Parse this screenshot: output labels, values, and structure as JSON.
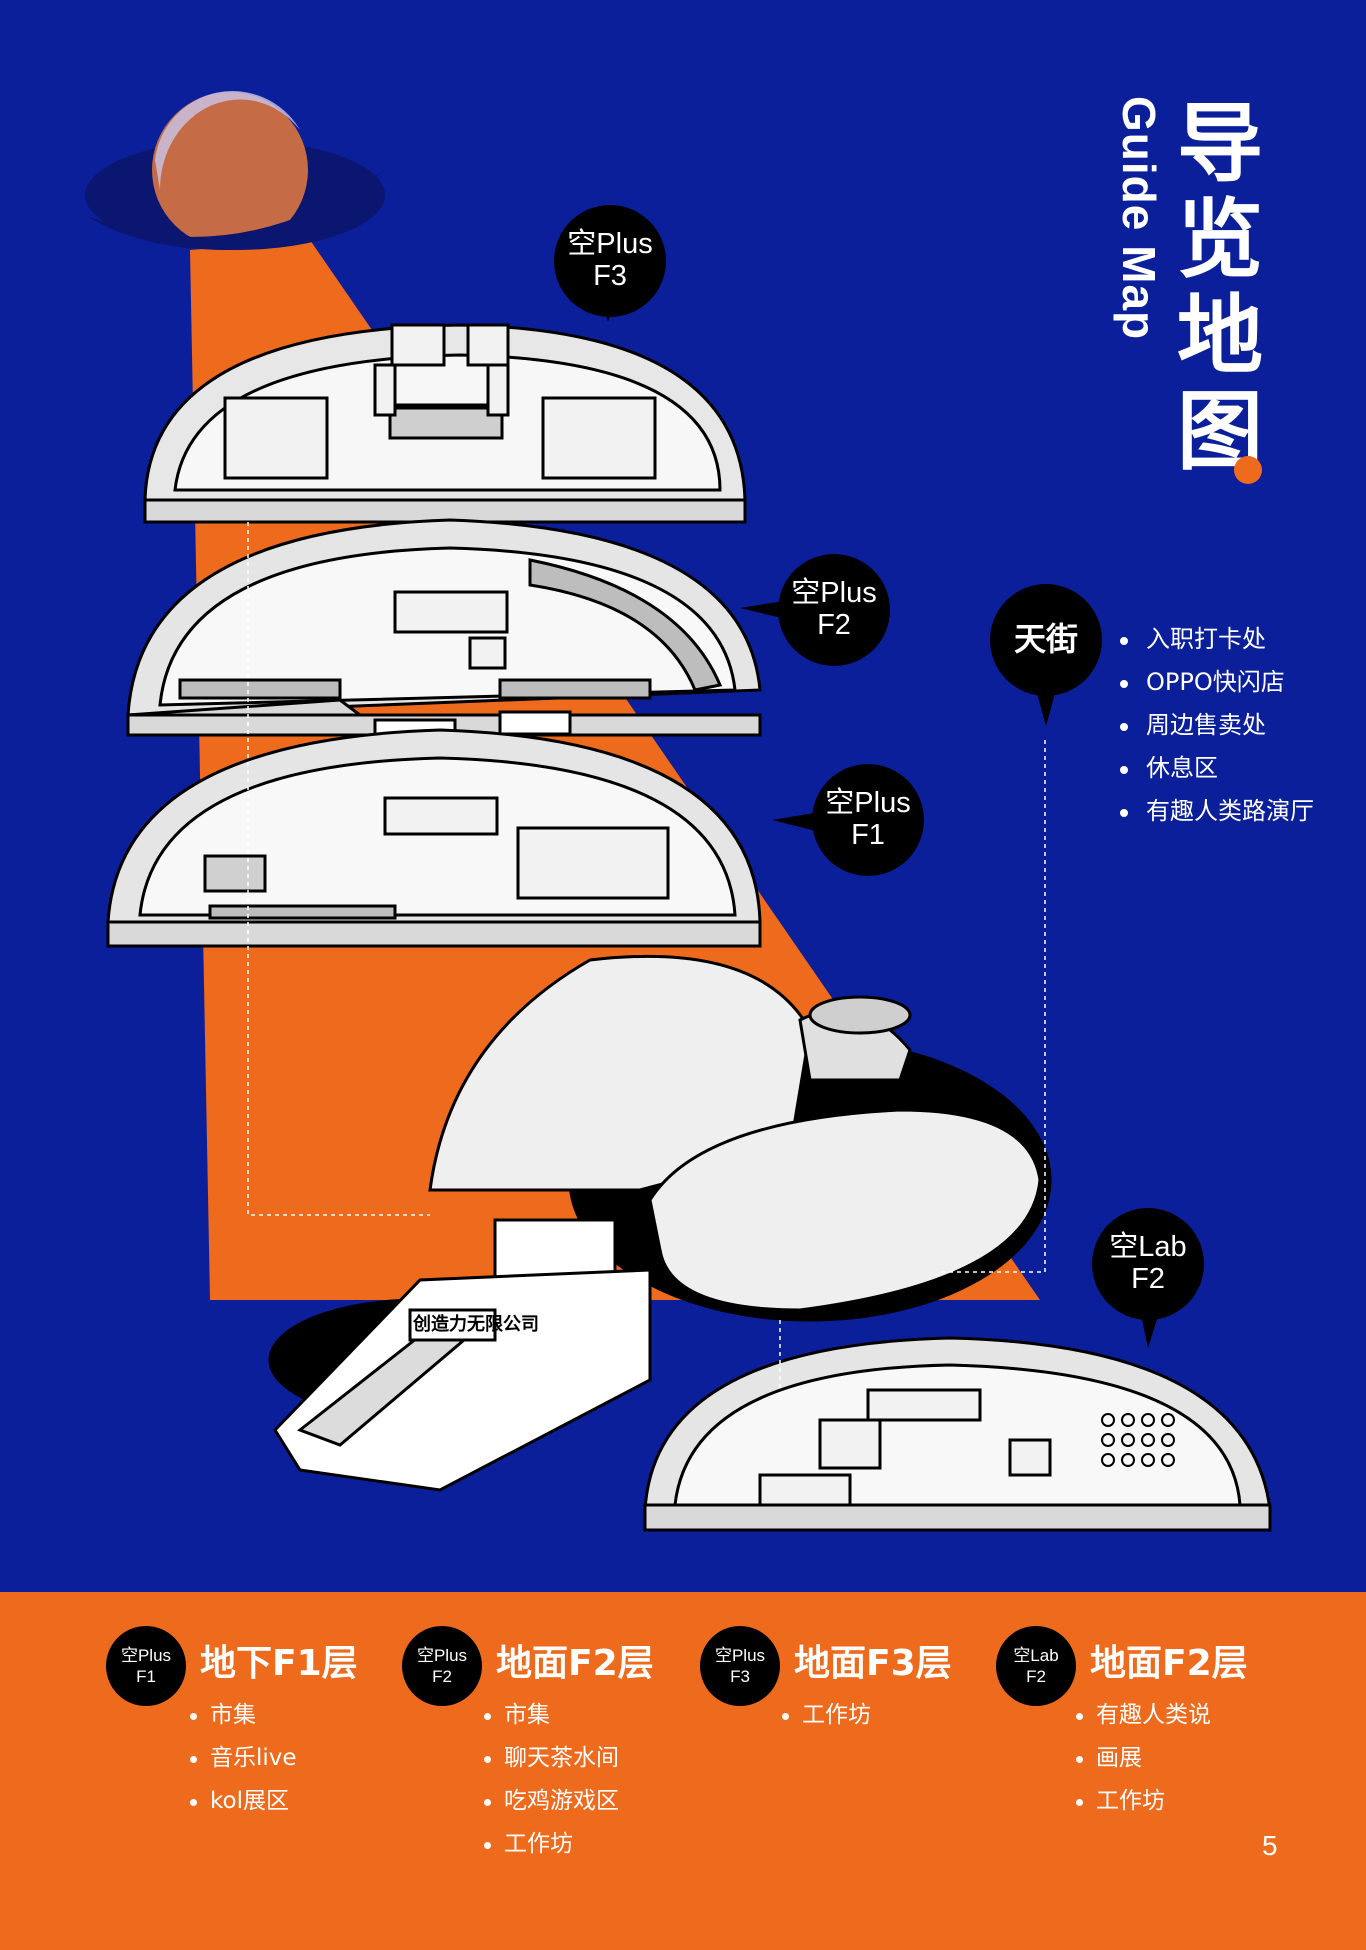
{
  "colors": {
    "background": "#0b1f9a",
    "accent": "#ee6a1c",
    "building": "#f2f2f2",
    "outline": "#000000",
    "text": "#ffffff"
  },
  "title": {
    "chinese": "导览地图",
    "english": "Guide Map"
  },
  "bubbles": {
    "plus_f3": {
      "line1": "空Plus",
      "line2": "F3"
    },
    "plus_f2": {
      "line1": "空Plus",
      "line2": "F2"
    },
    "plus_f1": {
      "line1": "空Plus",
      "line2": "F1"
    },
    "tianjie": {
      "label": "天街"
    },
    "lab_f2": {
      "line1": "空Lab",
      "line2": "F2"
    }
  },
  "tianjie_items": [
    "入职打卡处",
    "OPPO快闪店",
    "周边售卖处",
    "休息区",
    "有趣人类路演厅"
  ],
  "building_sign": "创造力无限公司",
  "legend": [
    {
      "badge1": "空Plus",
      "badge2": "F1",
      "title": "地下F1层",
      "items": [
        "市集",
        "音乐live",
        "kol展区"
      ]
    },
    {
      "badge1": "空Plus",
      "badge2": "F2",
      "title": "地面F2层",
      "items": [
        "市集",
        "聊天茶水间",
        "吃鸡游戏区",
        "工作坊"
      ]
    },
    {
      "badge1": "空Plus",
      "badge2": "F3",
      "title": "地面F3层",
      "items": [
        "工作坊"
      ]
    },
    {
      "badge1": "空Lab",
      "badge2": "F2",
      "title": "地面F2层",
      "items": [
        "有趣人类说",
        "画展",
        "工作坊"
      ]
    }
  ],
  "page_number": "5"
}
